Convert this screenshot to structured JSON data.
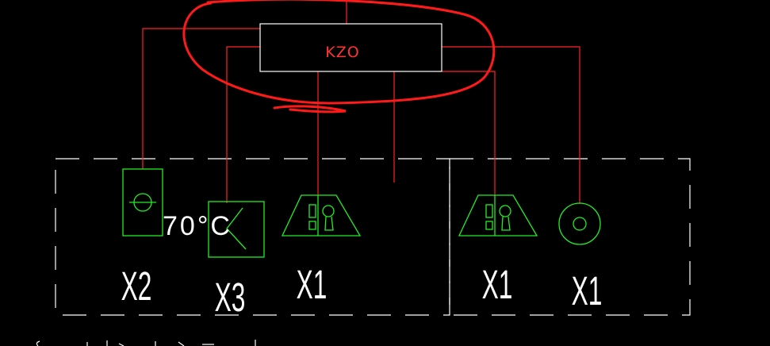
{
  "controller": {
    "label": "KZO"
  },
  "temperature_label": "70°C",
  "devices": [
    {
      "id": "x2",
      "label": "X2"
    },
    {
      "id": "x3",
      "label": "X3"
    },
    {
      "id": "x1a",
      "label": "X1"
    },
    {
      "id": "x1b",
      "label": "X1"
    },
    {
      "id": "x1c",
      "label": "X1"
    }
  ],
  "colors": {
    "background": "#000000",
    "wire": "#ff2222",
    "device": "#22ee22",
    "text": "#ffffff",
    "annotation": "#ff1a1a",
    "frame": "#ffffff"
  }
}
